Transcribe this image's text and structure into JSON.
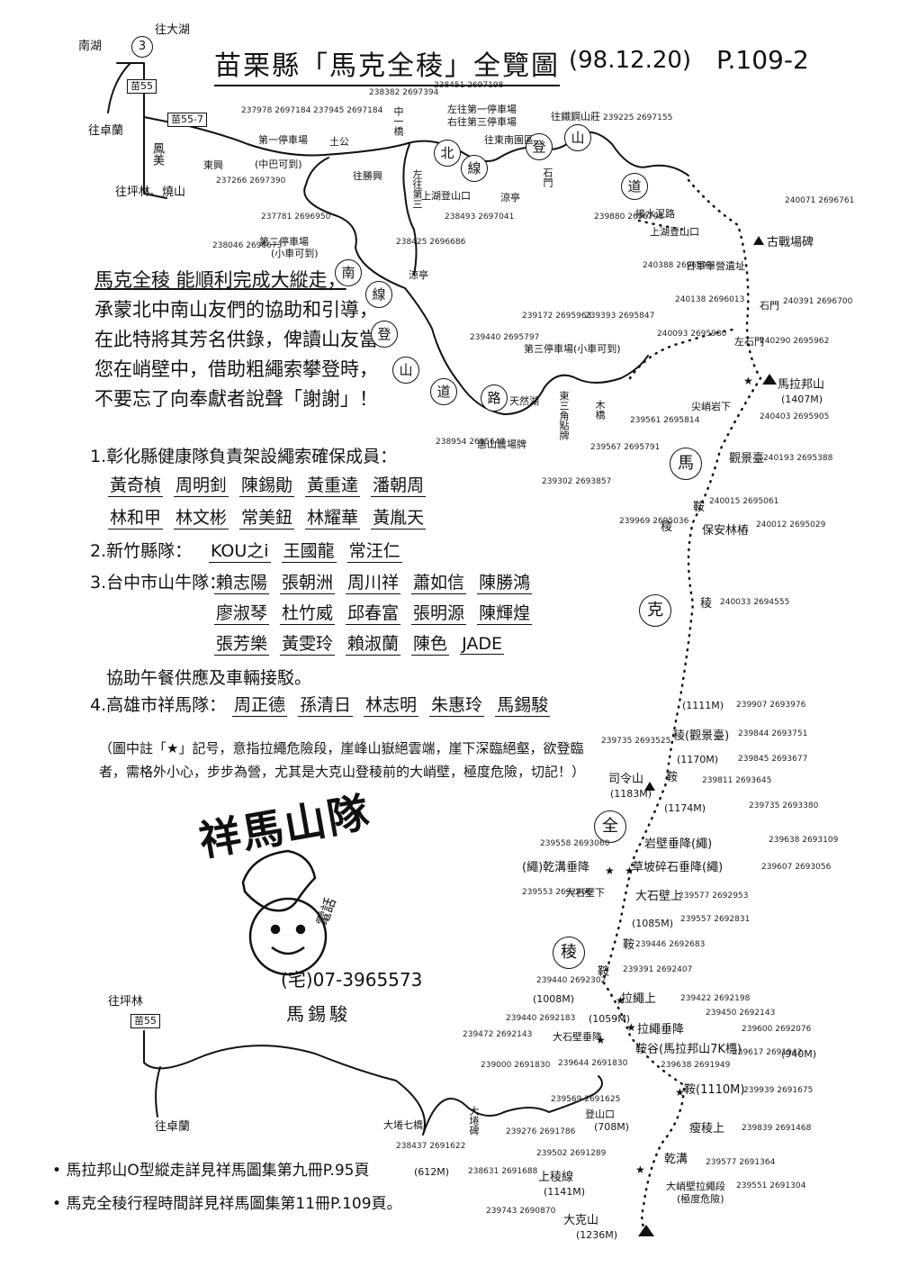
{
  "header": {
    "title": "苗栗縣「馬克全稜」全覽圖",
    "date": "(98.12.20)",
    "page": "P.109-2"
  },
  "thanks": {
    "lines": [
      "馬克全稜 能順利完成大縱走，",
      "承蒙北中南山友們的協助和引導，",
      "在此特將其芳名供錄，俾讀山友當",
      "您在峭壁中，借助粗繩索攀登時，",
      "不要忘了向奉獻者說聲「謝謝」！"
    ]
  },
  "teams": [
    {
      "label": "1.彰化縣健康隊負責架設繩索確保成員：",
      "rows": [
        [
          "黃奇楨",
          "周明釗",
          "陳錫勛",
          "黃重達",
          "潘朝周"
        ],
        [
          "林和甲",
          "林文彬",
          "常美鈕",
          "林耀華",
          "黃胤天"
        ]
      ]
    },
    {
      "label": "2.新竹縣隊：",
      "rows": [
        [
          "KOU之i",
          "王國龍",
          "常汪仁"
        ]
      ]
    },
    {
      "label": "3.台中市山牛隊：",
      "rows": [
        [
          "賴志陽",
          "張朝洲",
          "周川祥",
          "蕭如信",
          "陳勝鴻"
        ],
        [
          "廖淑琴",
          "杜竹威",
          "邱春富",
          "張明源",
          "陳輝煌"
        ],
        [
          "張芳樂",
          "黃雯玲",
          "賴淑蘭",
          "陳色",
          "JADE"
        ]
      ]
    },
    {
      "label": "協助午餐供應及車輛接駁。",
      "rows": []
    },
    {
      "label": "4.高雄市祥馬隊：",
      "rows": [
        [
          "周正德",
          "孫清日",
          "林志明",
          "朱惠玲",
          "馬錫駿"
        ]
      ]
    }
  ],
  "note": "（圖中註「★」記号，意指拉繩危險段，崖峰山嶽絕雲端，崖下深臨絕壑，欲登臨者，需格外小心，步步為營，尤其是大克山登稜前的大峭壁，極度危險，切記！）",
  "logo": {
    "title": "祥馬山隊",
    "phone_label": "電話",
    "phone": "(宅)07-3965573",
    "author": "馬錫駿"
  },
  "footnotes": [
    "• 馬拉邦山O型縱走詳見祥馬圖集第九冊P.95頁",
    "• 馬克全稜行程時間詳見祥馬圖集第11冊P.109頁。"
  ],
  "map": {
    "route_circles": [
      "北",
      "線",
      "登",
      "山",
      "道",
      "南",
      "線",
      "登",
      "山",
      "道",
      "路",
      "馬",
      "克",
      "全",
      "稜"
    ],
    "road_signs": {
      "r3": "3",
      "s55_top": "苗55",
      "s55_7": "苗55-7",
      "s55_bottom": "苗55"
    },
    "place_labels": [
      {
        "id": "nanhu",
        "text": "南湖"
      },
      {
        "id": "to_dahu",
        "text": "往大湖"
      },
      {
        "id": "to_zhuolan_top",
        "text": "往卓蘭"
      },
      {
        "id": "fengmei",
        "text": "鳳美"
      },
      {
        "id": "to_pinglin",
        "text": "往坪林、燒山"
      },
      {
        "id": "dongxing",
        "text": "東興"
      },
      {
        "id": "park1",
        "text": "第一停車場"
      },
      {
        "id": "park1b",
        "text": "(中巴可到)"
      },
      {
        "id": "zhongyi",
        "text": "中一橋"
      },
      {
        "id": "toilet",
        "text": "土公"
      },
      {
        "id": "toilet2",
        "text": "往勝興"
      },
      {
        "id": "park2",
        "text": "第二停車場"
      },
      {
        "id": "park2b",
        "text": "(小車可到)"
      },
      {
        "id": "to_zuojia",
        "text": "左往第三"
      },
      {
        "id": "xiangshan",
        "text": "左往第一停車場"
      },
      {
        "id": "shuangxing",
        "text": "右往第三停車場"
      },
      {
        "id": "liangting",
        "text": "涼亭"
      },
      {
        "id": "shanghu",
        "text": "上湖登山口"
      },
      {
        "id": "liangting2",
        "text": "涼亭"
      },
      {
        "id": "huixin",
        "text": "往東南園區"
      },
      {
        "id": "stone_gate",
        "text": "石門"
      },
      {
        "id": "guandao",
        "text": "往鐵鋼山莊"
      },
      {
        "id": "jieyun",
        "text": "接水泥路"
      },
      {
        "id": "shanghu2",
        "text": "上湖登山口"
      },
      {
        "id": "rili",
        "text": "日軍舉營遺址"
      },
      {
        "id": "guzhanchang",
        "text": "古戰場碑"
      },
      {
        "id": "shimen",
        "text": "石門"
      },
      {
        "id": "zuoshimen",
        "text": "左石門"
      },
      {
        "id": "malabang",
        "text": "馬拉邦山"
      },
      {
        "id": "malabang_h",
        "text": "(1407M)"
      },
      {
        "id": "jianxiao",
        "text": "尖峭岩下"
      },
      {
        "id": "guanjing",
        "text": "觀景臺"
      },
      {
        "id": "an",
        "text": "鞍"
      },
      {
        "id": "baojia",
        "text": "保安林樁"
      },
      {
        "id": "leng1",
        "text": "稜"
      },
      {
        "id": "leng2",
        "text": "稜"
      },
      {
        "id": "h1111",
        "text": "(1111M)"
      },
      {
        "id": "leng3",
        "text": "稜(觀景臺)"
      },
      {
        "id": "h1170",
        "text": "(1170M)"
      },
      {
        "id": "an2",
        "text": "鞍"
      },
      {
        "id": "siling",
        "text": "司令山"
      },
      {
        "id": "siling_h",
        "text": "(1183M)"
      },
      {
        "id": "h1174",
        "text": "(1174M)"
      },
      {
        "id": "yanbi",
        "text": "岩壁垂降(繩)"
      },
      {
        "id": "caopo",
        "text": "草坡碎石垂降(繩)"
      },
      {
        "id": "qianzhi",
        "text": "(繩)乾溝垂降"
      },
      {
        "id": "dashi",
        "text": "大石壁下"
      },
      {
        "id": "dashi2",
        "text": "大石壁上"
      },
      {
        "id": "h1085",
        "text": "(1085M)"
      },
      {
        "id": "an3",
        "text": "鞍"
      },
      {
        "id": "an4",
        "text": "鞍"
      },
      {
        "id": "h1008",
        "text": "(1008M)"
      },
      {
        "id": "lasheng",
        "text": "拉繩上"
      },
      {
        "id": "h1059",
        "text": "(1059M)"
      },
      {
        "id": "lasheng2",
        "text": "拉繩垂降"
      },
      {
        "id": "anbu",
        "text": "鞍谷(馬拉邦山7K標)"
      },
      {
        "id": "h940",
        "text": "(940M)"
      },
      {
        "id": "dashibi",
        "text": "大石壁垂降"
      },
      {
        "id": "an5",
        "text": "鞍(1110M)"
      },
      {
        "id": "shouleng",
        "text": "瘦稜上"
      },
      {
        "id": "qiangou",
        "text": "乾溝"
      },
      {
        "id": "daxiaobi",
        "text": "大峭壁拉繩段"
      },
      {
        "id": "daxiaobi2",
        "text": "(極度危險)"
      },
      {
        "id": "shangleng",
        "text": "上稜線"
      },
      {
        "id": "h1141",
        "text": "(1141M)"
      },
      {
        "id": "dakeshan",
        "text": "大克山"
      },
      {
        "id": "dakeshan_h",
        "text": "(1236M)"
      },
      {
        "id": "to_pinglin2",
        "text": "往坪林"
      },
      {
        "id": "to_zhuolan2",
        "text": "往卓蘭"
      },
      {
        "id": "daqi",
        "text": "大埢七橋"
      },
      {
        "id": "h612",
        "text": "(612M)"
      },
      {
        "id": "daqi2",
        "text": "大埢碑"
      },
      {
        "id": "dengshan",
        "text": "登山口"
      },
      {
        "id": "h708",
        "text": "(708M)"
      },
      {
        "id": "huishan",
        "text": "惠山農場牌"
      },
      {
        "id": "tianran",
        "text": "天然湖"
      },
      {
        "id": "park3",
        "text": "第三停車場(小車可到)"
      },
      {
        "id": "mu",
        "text": "木橋"
      },
      {
        "id": "dong",
        "text": "東三角點牌"
      }
    ],
    "coords": [
      "237978 2697184",
      "237945 2697184",
      "238382 2697394",
      "238451 2697198",
      "239225 2697155",
      "237266 2697390",
      "238046 2696673",
      "237781 2696950",
      "238425 2696686",
      "238493 2697041",
      "239880 2696798",
      "240071 2696761",
      "240388 2696593",
      "240391 2696700",
      "240138 2696013",
      "240093 2695980",
      "240290 2695962",
      "240403 2695905",
      "240193 2695388",
      "240015 2695061",
      "240012 2695029",
      "239969 2695036",
      "240033 2694555",
      "239907 2693976",
      "239844 2693751",
      "239845 2693677",
      "239811 2693645",
      "239735 2693525",
      "239735 2693380",
      "239638 2693109",
      "239607 2693056",
      "239558 2693060",
      "239553 2692966",
      "239577 2692953",
      "239557 2692831",
      "239446 2692683",
      "239391 2692407",
      "239440 2692302",
      "239422 2692198",
      "239450 2692143",
      "239440 2692183",
      "239472 2692143",
      "239600 2692076",
      "239617 2691942",
      "239638 2691949",
      "239644 2691830",
      "239000 2691830",
      "239939 2691675",
      "239839 2691468",
      "239577 2691364",
      "239551 2691304",
      "239502 2691289",
      "239569 2691625",
      "239276 2691786",
      "238437 2691622",
      "238631 2691688",
      "239743 2690870",
      "239172 2695963",
      "239393 2695847",
      "239567 2695791",
      "239561 2695814",
      "239302 2693857",
      "238954 2695647",
      "239440 2695797"
    ]
  }
}
